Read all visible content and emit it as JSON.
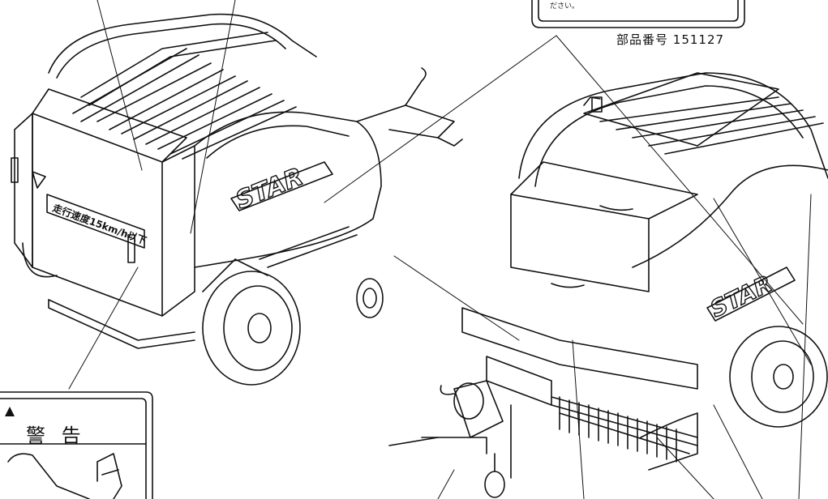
{
  "labels": {
    "part_number_prefix": "部品番号",
    "part_number_value": "151127",
    "warning_title": "警 告",
    "side_decal_text": "走行速度15km/h以下",
    "brand_logo": "STAR",
    "top_label_fragment": "ださい。"
  },
  "icons": {
    "warning_symbol": "warning-triangle-icon"
  }
}
